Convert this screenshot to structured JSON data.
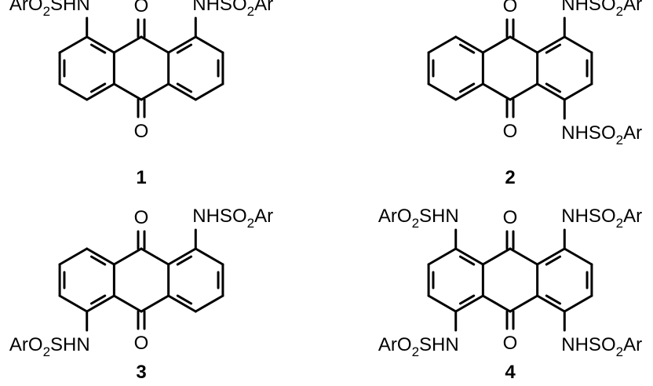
{
  "molecules": [
    {
      "number": "1",
      "substituents": [
        {
          "pos": "1",
          "text": "ArO",
          "sub": "2",
          "text2": "SHN"
        },
        {
          "pos": "8",
          "text": "NHSO",
          "sub": "2",
          "text2": "Ar"
        }
      ]
    },
    {
      "number": "2",
      "substituents": [
        {
          "pos": "1",
          "text": "NHSO",
          "sub": "2",
          "text2": "Ar"
        },
        {
          "pos": "4",
          "text": "NHSO",
          "sub": "2",
          "text2": "Ar"
        }
      ]
    },
    {
      "number": "3",
      "substituents": [
        {
          "pos": "1",
          "text": "NHSO",
          "sub": "2",
          "text2": "Ar"
        },
        {
          "pos": "5",
          "text": "ArO",
          "sub": "2",
          "text2": "SHN"
        }
      ]
    },
    {
      "number": "4",
      "substituents": [
        {
          "pos": "1",
          "text": "NHSO",
          "sub": "2",
          "text2": "Ar"
        },
        {
          "pos": "4",
          "text": "NHSO",
          "sub": "2",
          "text2": "Ar"
        },
        {
          "pos": "5",
          "text": "ArO",
          "sub": "2",
          "text2": "SHN"
        },
        {
          "pos": "8",
          "text": "ArO",
          "sub": "2",
          "text2": "SHN"
        }
      ]
    }
  ],
  "oxygen_label": "O"
}
